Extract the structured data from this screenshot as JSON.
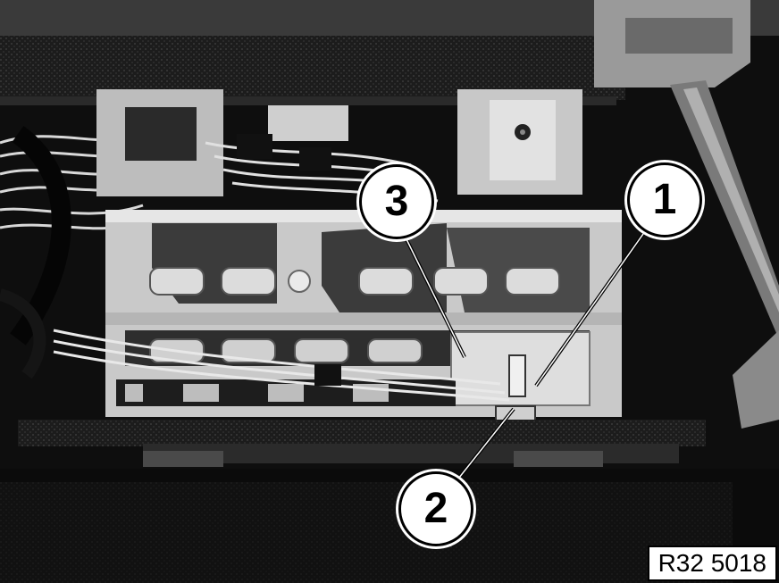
{
  "figure": {
    "callouts": [
      {
        "id": "1",
        "label": "1"
      },
      {
        "id": "2",
        "label": "2"
      },
      {
        "id": "3",
        "label": "3"
      }
    ],
    "reference_code": "R32 5018"
  }
}
